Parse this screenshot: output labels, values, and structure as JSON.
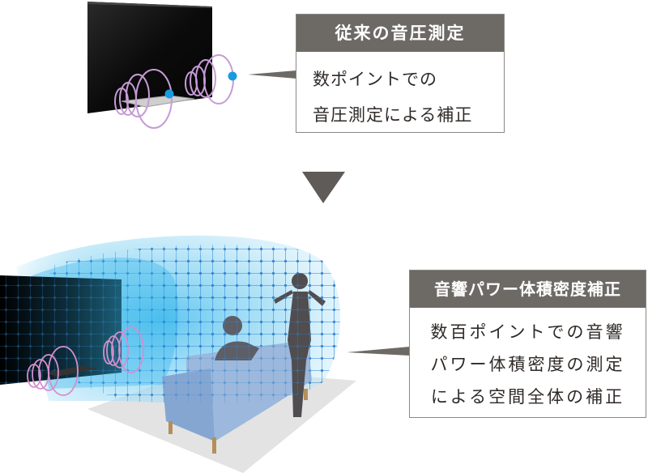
{
  "top_section": {
    "callout": {
      "title": "従来の音圧測定",
      "lines": [
        "数ポイントでの",
        "音圧測定による補正"
      ]
    },
    "illustration": "tv-with-sound-rings-and-two-measurement-points"
  },
  "arrow": {
    "icon": "down-triangle-arrow",
    "color": "#5f5b58"
  },
  "bottom_section": {
    "callout": {
      "title": "音響パワー体積密度補正",
      "lines": [
        "数百ポイントでの音響",
        "パワー体積密度の測定",
        "による空間全体の補正"
      ]
    },
    "illustration": "tv-with-3d-sound-field-mesh-sofa-and-people"
  },
  "colors": {
    "header_bg": "#6d6a66",
    "box_border": "#8a8784",
    "measure_point": "#1a9be0",
    "sound_ring": "#c79bd6",
    "mesh": "#3a8fd6",
    "field": "#7fd0f2"
  }
}
